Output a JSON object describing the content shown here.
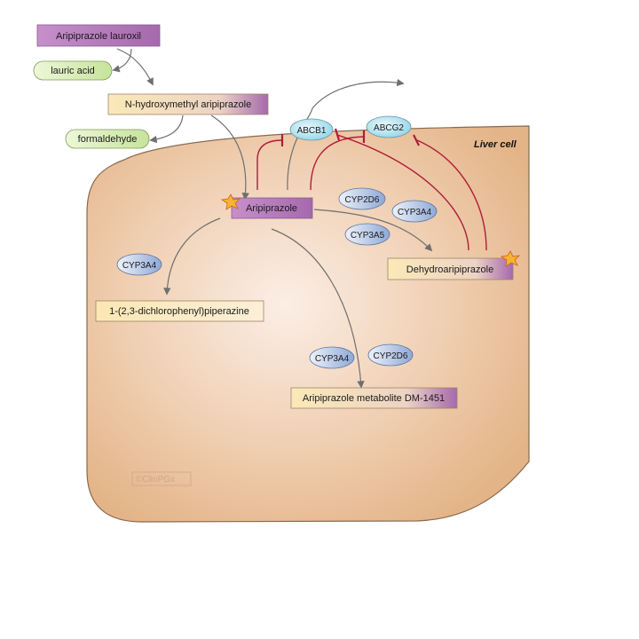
{
  "cell": {
    "label": "Liver cell"
  },
  "watermark": "©ClinPGx",
  "compounds": {
    "lauroxil": "Aripiprazole lauroxil",
    "lauric_acid": "lauric acid",
    "n_hydroxymethyl": "N-hydroxymethyl aripiprazole",
    "formaldehyde": "formaldehyde",
    "aripiprazole": "Aripiprazole",
    "dehydro": "Dehydroaripiprazole",
    "dcpp": "1-(2,3-dichlorophenyl)piperazine",
    "dm1451": "Aripiprazole metabolite DM-1451"
  },
  "enzymes": {
    "abcb1": "ABCB1",
    "abcg2": "ABCG2",
    "cyp2d6_a": "CYP2D6",
    "cyp3a4_a": "CYP3A4",
    "cyp3a5": "CYP3A5",
    "cyp3a4_b": "CYP3A4",
    "cyp3a4_c": "CYP3A4",
    "cyp2d6_b": "CYP2D6"
  },
  "colors": {
    "cell_fill": "#e8b78b",
    "cell_stroke": "#8a6a4e",
    "drug_purple": "#b87bbf",
    "metabolite_yellow": "#fbe7b4",
    "byproduct_green": "#d9ecb3",
    "transporter_cyan": "#a8dfee",
    "enzyme_blue": "#b7c8e8",
    "inhibition_red": "#b01c38"
  }
}
